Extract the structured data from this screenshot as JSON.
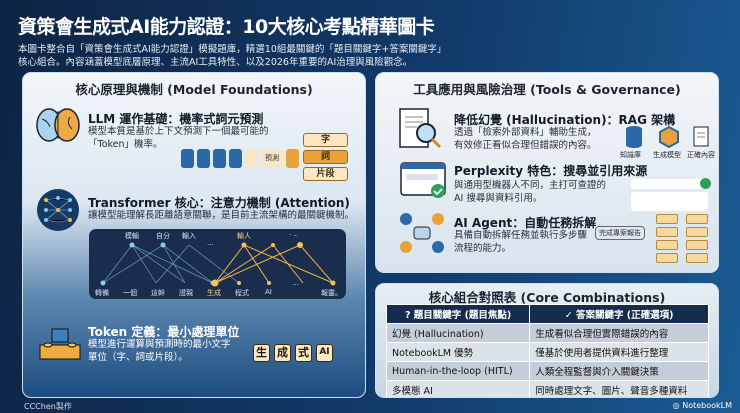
{
  "header": {
    "title": "資策會生成式AI能力認證：10大核心考點精華圖卡",
    "subtitle_line1": "本圖卡整合自「資策會生成式AI能力認證」模擬題庫，精選10組最關鍵的「題目關鍵字+答案關鍵字」",
    "subtitle_line2": "核心組合。內容涵蓋模型底層原理、主流AI工具特性、以及2026年重要的AI治理與風險觀念。"
  },
  "left": {
    "heading": "核心原理與機制 (Model Foundations)",
    "llm": {
      "icon": "brain-icon",
      "title": "LLM 運作基礎：機率式詞元預測",
      "desc1": "模型本質是基於上下文預測下一個最可能的",
      "desc2": "「Token」機率。",
      "predict_label": "預測",
      "options": [
        "字",
        "詞",
        "片段"
      ]
    },
    "transformer": {
      "icon": "neural-network-icon",
      "title": "Transformer 核心：注意力機制 (Attention)",
      "desc": "讓模型能理解長距離語意關聯，是目前主流架構的最關鍵機制。",
      "top_words": [
        "模輸",
        "自分",
        "輸入",
        "…",
        "輸人",
        "· –"
      ],
      "bottom_words": [
        "轉備",
        "一個",
        "這幹",
        "證親",
        "生成",
        "程式",
        "AI",
        "…",
        "報靈。"
      ]
    },
    "token": {
      "icon": "lego-block-icon",
      "title": "Token 定義：最小處理單位",
      "desc1": "模型進行運算與預測時的最小文字",
      "desc2": "單位（字、詞或片段）。",
      "chips": [
        "生",
        "成",
        "式",
        "AI"
      ]
    }
  },
  "right_top": {
    "heading": "工具應用與風險治理 (Tools & Governance)",
    "rag": {
      "icon": "document-search-icon",
      "title": "降低幻覺 (Hallucination)：RAG 架構",
      "desc1": "透過「檢索外部資料」輔助生成，",
      "desc2": "有效修正看似合理但錯誤的內容。",
      "flow": [
        "知識庫",
        "生成模型",
        "正確內容"
      ]
    },
    "perplexity": {
      "icon": "browser-check-icon",
      "title": "Perplexity 特色：搜尋並引用來源",
      "desc1": "與通用型機器人不同，主打可查證的",
      "desc2": "AI 搜尋與資料引用。"
    },
    "agent": {
      "icon": "robot-gears-icon",
      "title": "AI Agent：自動任務拆解",
      "desc1": "具備自動拆解任務並執行多步驟",
      "desc2": "流程的能力。",
      "task": "完成專案報告"
    }
  },
  "right_bottom": {
    "heading": "核心組合對照表 (Core Combinations)",
    "col1": "題目關鍵字 (題目焦點)",
    "col2": "答案關鍵字 (正確選項)",
    "rows": [
      [
        "幻覺 (Hallucination)",
        "生成看似合理但實際錯誤的內容"
      ],
      [
        "NotebookLM 優勢",
        "僅基於使用者提供資料進行整理"
      ],
      [
        "Human-in-the-loop (HITL)",
        "人類全程監督與介入關鍵決策"
      ],
      [
        "多模態 AI",
        "同時處理文字、圖片、聲音多種資料"
      ]
    ]
  },
  "footer": {
    "credit": "CCChen製作",
    "brand": "NotebookLM"
  },
  "colors": {
    "navy": "#152c4e",
    "blue": "#2a68a8",
    "orange": "#e9a23b"
  }
}
